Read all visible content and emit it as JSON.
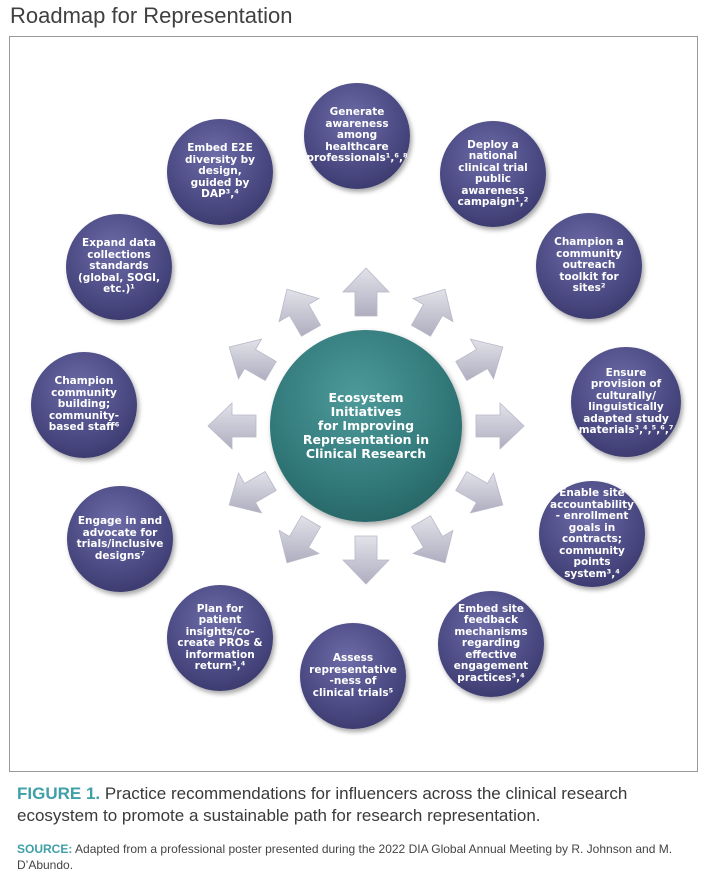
{
  "page_title": "Roadmap for Representation",
  "hub_label": "Ecosystem Initiatives\nfor Improving\nRepresentation in\nClinical Research",
  "nodes": [
    {
      "label": "Generate awareness among healthcare professionals¹,⁶,⁸"
    },
    {
      "label": "Deploy a national clinical trial public awareness campaign¹,²"
    },
    {
      "label": "Champion a community outreach toolkit for sites²"
    },
    {
      "label": "Ensure provision of culturally/ linguistically adapted study materials³,⁴,⁵,⁶,⁷"
    },
    {
      "label": "Enable site accountability - enrollment goals in contracts; community points system³,⁴"
    },
    {
      "label": "Embed site feedback mechanisms regarding effective engagement practices³,⁴"
    },
    {
      "label": "Assess representative -ness of clinical trials⁵"
    },
    {
      "label": "Plan for patient insights/co-create PROs & information return³,⁴"
    },
    {
      "label": "Engage in and advocate for trials/inclusive designs⁷"
    },
    {
      "label": "Champion community building; community-based staff⁶"
    },
    {
      "label": "Expand data collections standards (global, SOGI, etc.)¹"
    },
    {
      "label": "Embed E2E diversity by design, guided by DAP³,⁴"
    }
  ],
  "caption": {
    "label": "FIGURE 1.",
    "text": " Practice recommendations for influencers across the clinical research ecosystem to promote a sustainable path for research representation."
  },
  "source": {
    "label": "SOURCE:",
    "text": " Adapted from a professional poster presented during the 2022 DIA Global Annual Meeting by R. Johnson and M. D’Abundo."
  },
  "colors": {
    "node": "#4a4982",
    "hub": "#2f7576",
    "arrow": "#c9c9d6",
    "caption_label": "#3fa0a8"
  }
}
